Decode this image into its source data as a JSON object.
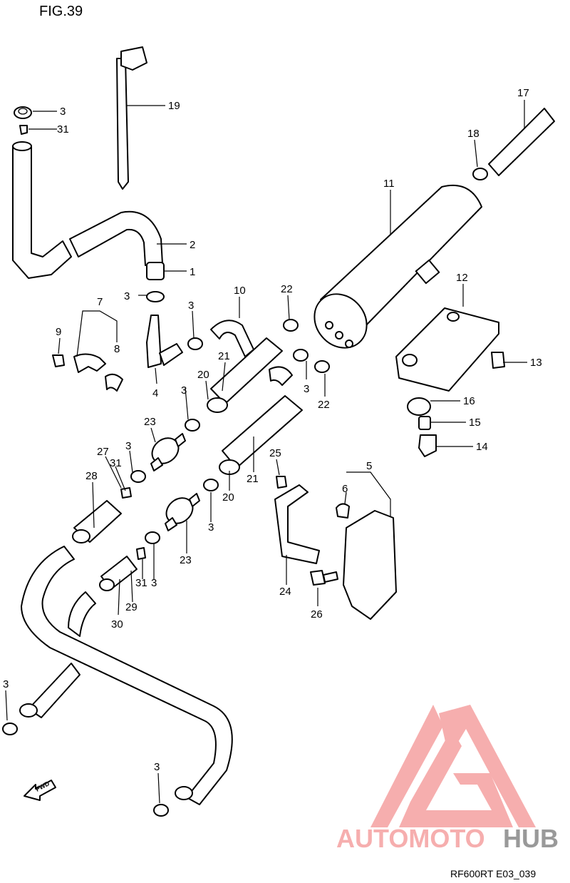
{
  "figure": {
    "title": "FIG.39",
    "code": "RF600RT E03_039"
  },
  "fwd_label": "FWD",
  "watermark": {
    "part1": "AUTOMOTO",
    "part2": "HUB",
    "color_primary": "#f5a0a0",
    "color_hub": "#888888"
  },
  "callouts": [
    {
      "id": "c1",
      "label": "1"
    },
    {
      "id": "c2",
      "label": "2"
    },
    {
      "id": "c3a",
      "label": "3"
    },
    {
      "id": "c3b",
      "label": "3"
    },
    {
      "id": "c3c",
      "label": "3"
    },
    {
      "id": "c3d",
      "label": "3"
    },
    {
      "id": "c3e",
      "label": "3"
    },
    {
      "id": "c3f",
      "label": "3"
    },
    {
      "id": "c3g",
      "label": "3"
    },
    {
      "id": "c3h",
      "label": "3"
    },
    {
      "id": "c3i",
      "label": "3"
    },
    {
      "id": "c3j",
      "label": "3"
    },
    {
      "id": "c3k",
      "label": "3"
    },
    {
      "id": "c4",
      "label": "4"
    },
    {
      "id": "c5",
      "label": "5"
    },
    {
      "id": "c6",
      "label": "6"
    },
    {
      "id": "c7",
      "label": "7"
    },
    {
      "id": "c8",
      "label": "8"
    },
    {
      "id": "c9",
      "label": "9"
    },
    {
      "id": "c10",
      "label": "10"
    },
    {
      "id": "c11",
      "label": "11"
    },
    {
      "id": "c12",
      "label": "12"
    },
    {
      "id": "c13",
      "label": "13"
    },
    {
      "id": "c14",
      "label": "14"
    },
    {
      "id": "c15",
      "label": "15"
    },
    {
      "id": "c16",
      "label": "16"
    },
    {
      "id": "c17",
      "label": "17"
    },
    {
      "id": "c18",
      "label": "18"
    },
    {
      "id": "c19",
      "label": "19"
    },
    {
      "id": "c20a",
      "label": "20"
    },
    {
      "id": "c20b",
      "label": "20"
    },
    {
      "id": "c21a",
      "label": "21"
    },
    {
      "id": "c21b",
      "label": "21"
    },
    {
      "id": "c22a",
      "label": "22"
    },
    {
      "id": "c22b",
      "label": "22"
    },
    {
      "id": "c23a",
      "label": "23"
    },
    {
      "id": "c23b",
      "label": "23"
    },
    {
      "id": "c24",
      "label": "24"
    },
    {
      "id": "c25",
      "label": "25"
    },
    {
      "id": "c26",
      "label": "26"
    },
    {
      "id": "c27",
      "label": "27"
    },
    {
      "id": "c28",
      "label": "28"
    },
    {
      "id": "c29",
      "label": "29"
    },
    {
      "id": "c30",
      "label": "30"
    },
    {
      "id": "c31a",
      "label": "31"
    },
    {
      "id": "c31b",
      "label": "31"
    },
    {
      "id": "c31c",
      "label": "31"
    }
  ]
}
